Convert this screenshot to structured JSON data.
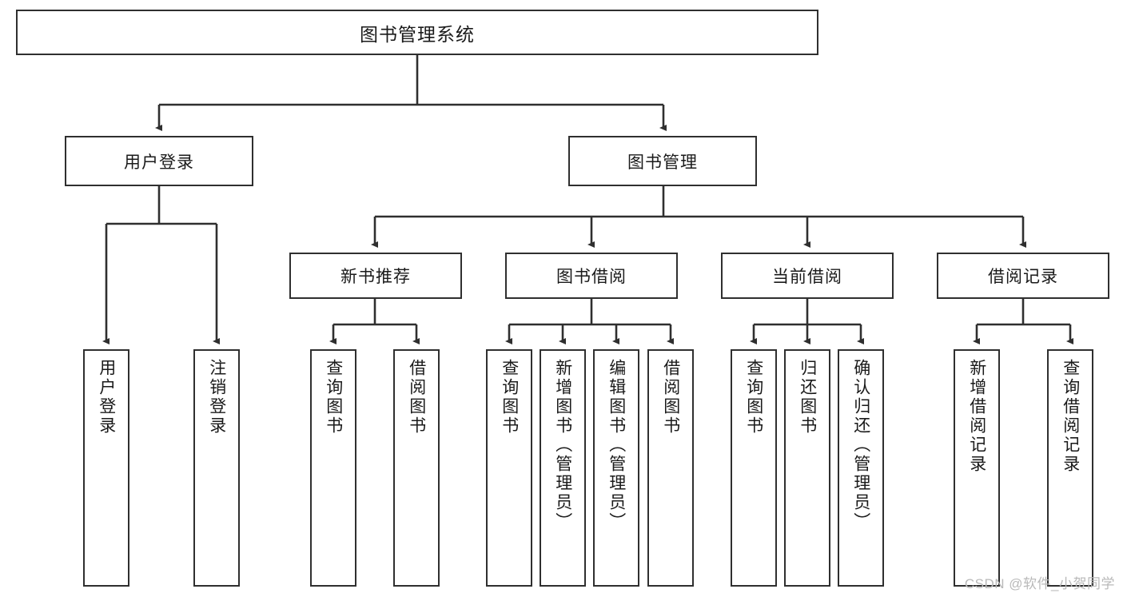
{
  "diagram": {
    "title": "图书管理系统",
    "type": "tree",
    "orientation": "top-down",
    "colors": {
      "box_border": "#2f2f2f",
      "box_fill": "#ffffff",
      "connector": "#2f2f2f",
      "text": "#1a1a1a",
      "watermark": "#b9b9b9",
      "background": "#ffffff"
    },
    "root": {
      "label": "图书管理系统",
      "id": "root"
    },
    "level2": [
      {
        "id": "user-login",
        "label": "用户登录"
      },
      {
        "id": "book-manage",
        "label": "图书管理"
      }
    ],
    "level3": [
      {
        "id": "new-book-recommend",
        "label": "新书推荐",
        "parent": "book-manage"
      },
      {
        "id": "book-borrow",
        "label": "图书借阅",
        "parent": "book-manage"
      },
      {
        "id": "current-borrow",
        "label": "当前借阅",
        "parent": "book-manage"
      },
      {
        "id": "borrow-record",
        "label": "借阅记录",
        "parent": "book-manage"
      }
    ],
    "leaves": [
      {
        "id": "leaf-user-login",
        "label": "用户登录",
        "parent": "user-login"
      },
      {
        "id": "leaf-user-logout",
        "label": "注销登录",
        "parent": "user-login"
      },
      {
        "id": "leaf-query-book-1",
        "label": "查询图书",
        "parent": "new-book-recommend"
      },
      {
        "id": "leaf-borrow-book-1",
        "label": "借阅图书",
        "parent": "new-book-recommend"
      },
      {
        "id": "leaf-query-book-2",
        "label": "查询图书",
        "parent": "book-borrow"
      },
      {
        "id": "leaf-add-book",
        "label": "新增图书（管理员）",
        "parent": "book-borrow"
      },
      {
        "id": "leaf-edit-book",
        "label": "编辑图书（管理员）",
        "parent": "book-borrow"
      },
      {
        "id": "leaf-borrow-book-2",
        "label": "借阅图书",
        "parent": "book-borrow"
      },
      {
        "id": "leaf-query-book-3",
        "label": "查询图书",
        "parent": "current-borrow"
      },
      {
        "id": "leaf-return-book",
        "label": "归还图书",
        "parent": "current-borrow"
      },
      {
        "id": "leaf-confirm-return",
        "label": "确认归还（管理员）",
        "parent": "current-borrow"
      },
      {
        "id": "leaf-add-record",
        "label": "新增借阅记录",
        "parent": "borrow-record"
      },
      {
        "id": "leaf-query-record",
        "label": "查询借阅记录",
        "parent": "borrow-record"
      }
    ]
  },
  "watermark": {
    "text": "CSDN @软件_小贺同学"
  }
}
